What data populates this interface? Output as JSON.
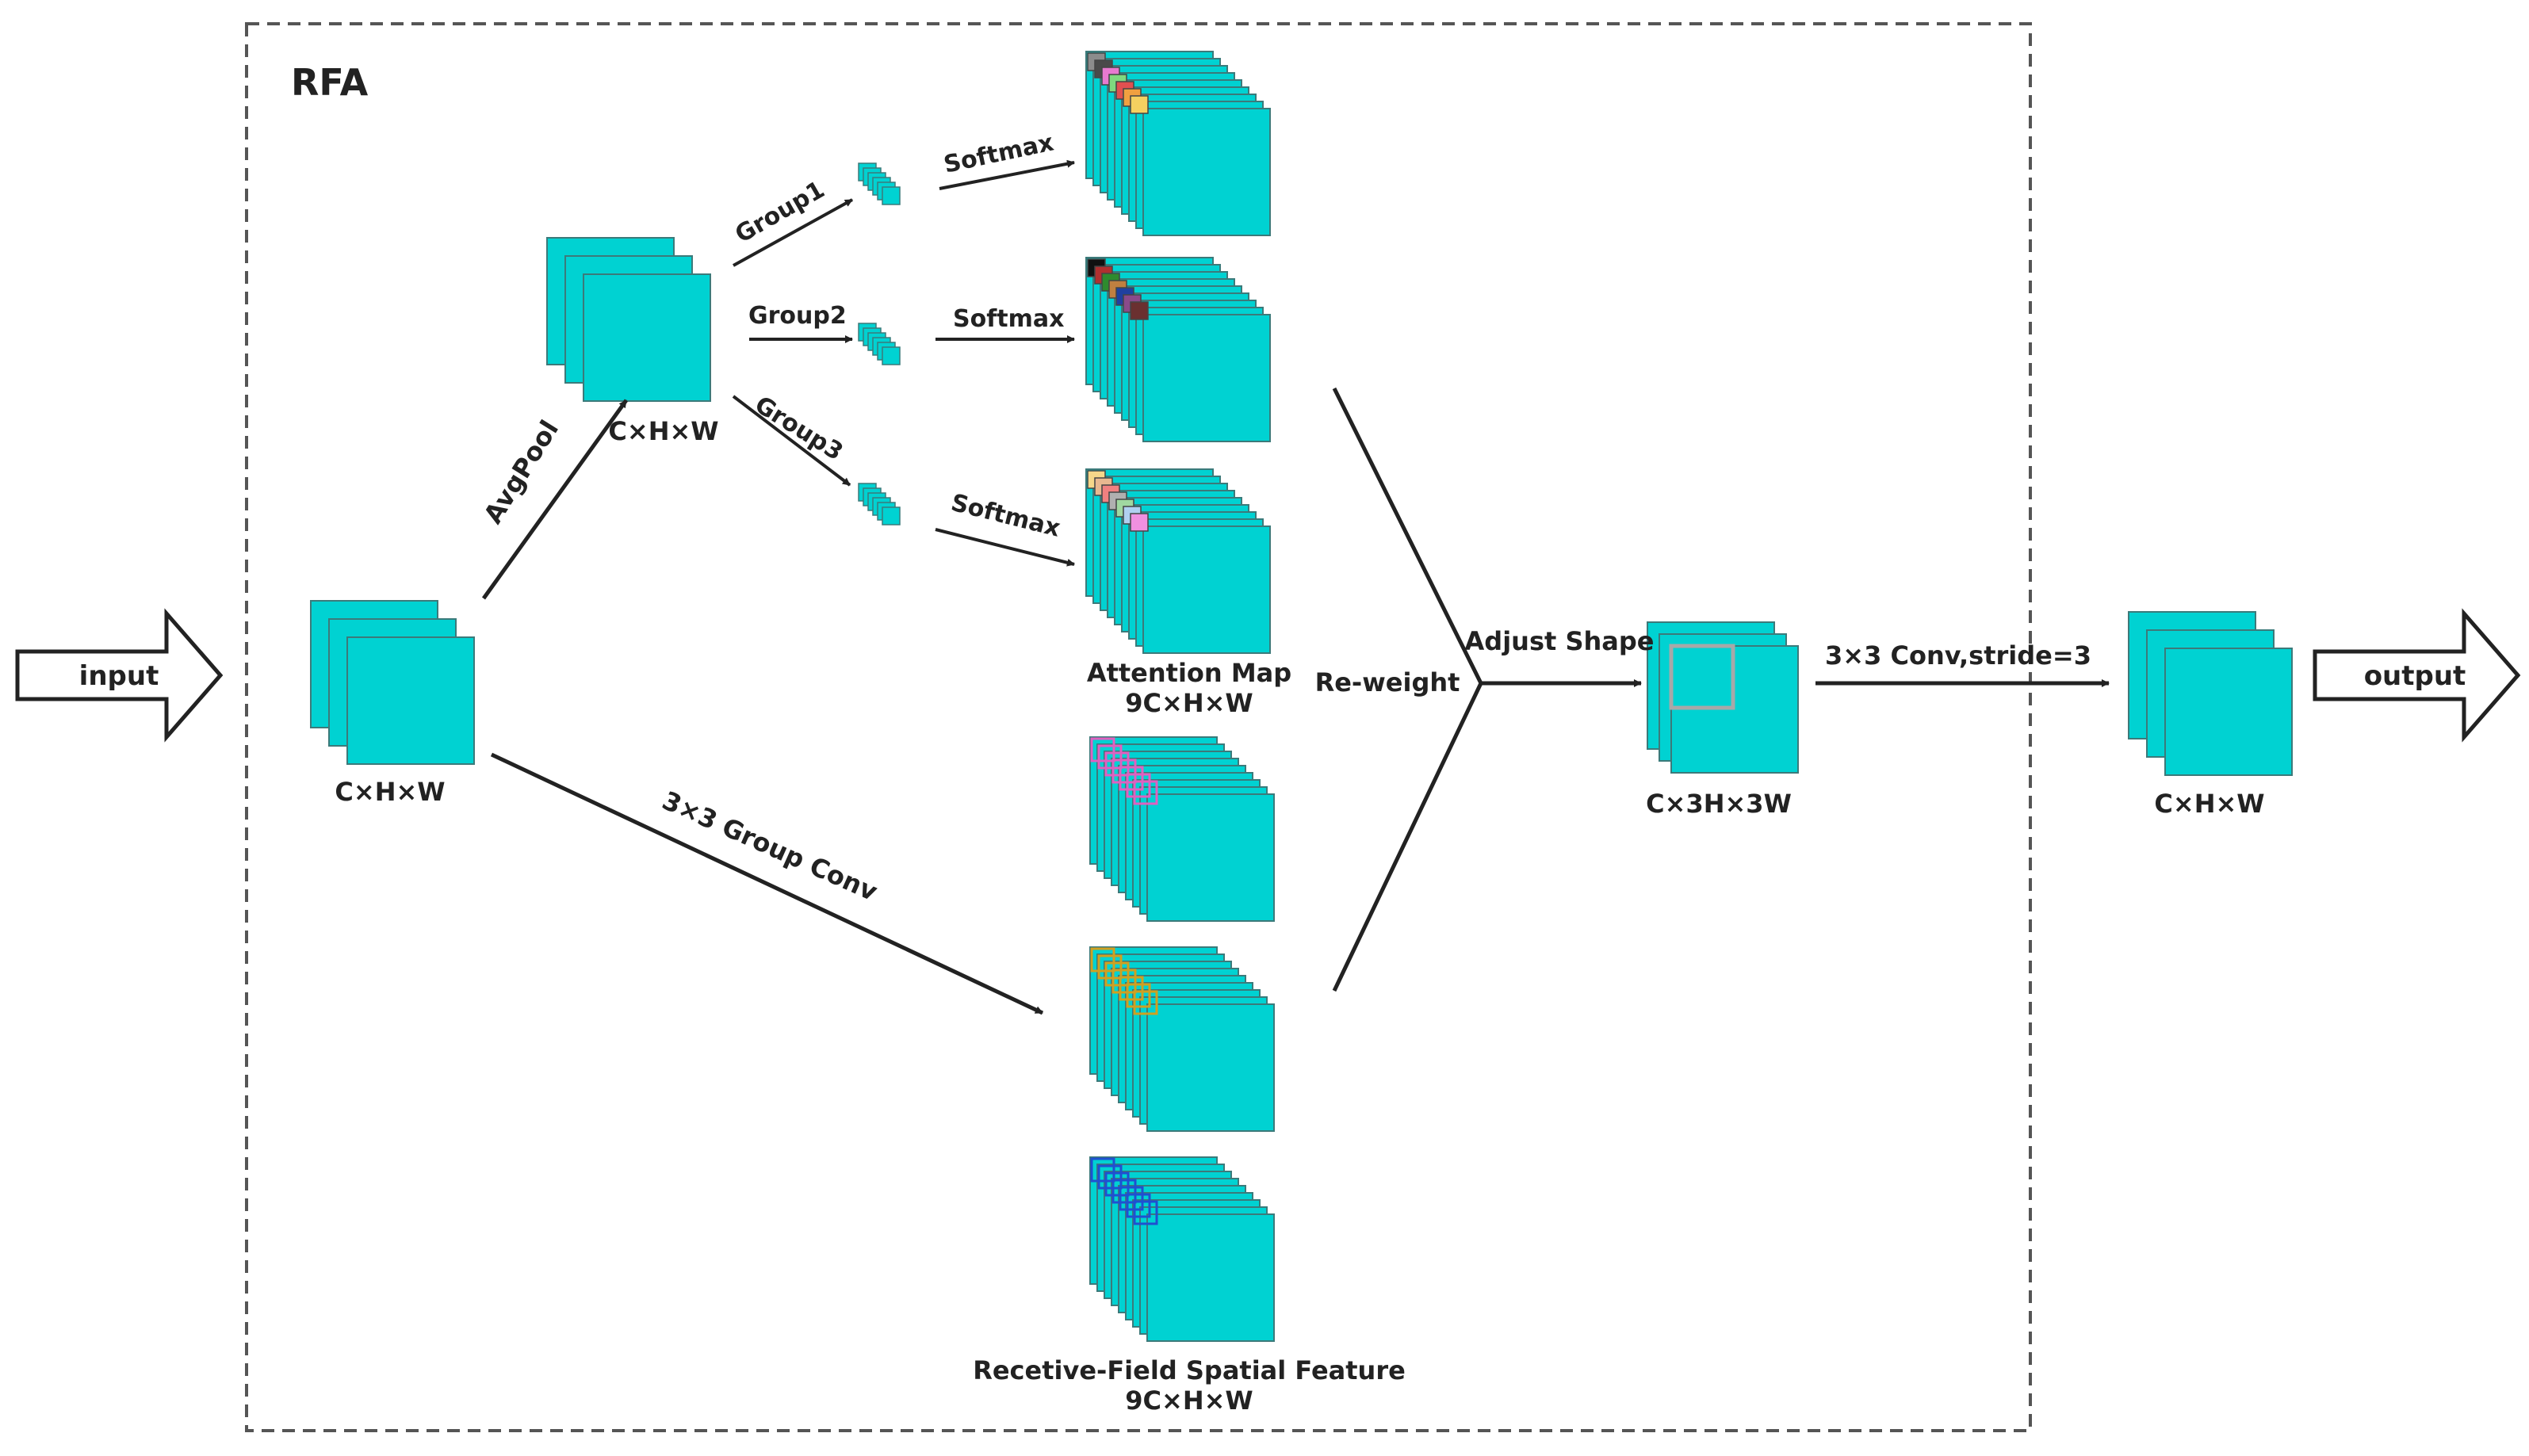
{
  "module_title": "RFA",
  "io": {
    "input_label": "input",
    "output_label": "output"
  },
  "shapes": {
    "input_feature": "C×H×W",
    "pooled_feature": "C×H×W",
    "adjusted_feature": "C×3H×3W",
    "output_feature": "C×H×W"
  },
  "operations": {
    "avgpool": "AvgPool",
    "group1": "Group1",
    "group2": "Group2",
    "group3": "Group3",
    "softmax_1": "Softmax",
    "softmax_2": "Softmax",
    "softmax_3": "Softmax",
    "group_conv": "3×3 Group Conv",
    "reweight": "Re-weight",
    "adjust_shape": "Adjust Shape",
    "final_conv": "3×3 Conv,stride=3"
  },
  "attention_map": {
    "title": "Attention Map",
    "shape": "9C×H×W"
  },
  "receptive_feature": {
    "title": "Recetive-Field Spatial Feature",
    "shape": "9C×H×W"
  },
  "colors": {
    "feature_fill": "#00d2d2",
    "feature_stroke": "#3c7a7a",
    "line": "#222222",
    "frame": "#555555",
    "attention_1": [
      "#8c8c8c",
      "#4a4a4a",
      "#e87ad0",
      "#7fd97f",
      "#e05050",
      "#f0a040",
      "#f5d060"
    ],
    "attention_2": [
      "#111111",
      "#b03030",
      "#2e8b2e",
      "#c08040",
      "#2040a0",
      "#8a4a8a",
      "#6a3030"
    ],
    "attention_3": [
      "#f5d78a",
      "#e8b890",
      "#f08080",
      "#b0b0b0",
      "#a0d8a0",
      "#b0d0f0",
      "#f090e0"
    ],
    "rf_1": "#e060c0",
    "rf_2": "#d0a020",
    "rf_3": "#2050d0"
  }
}
